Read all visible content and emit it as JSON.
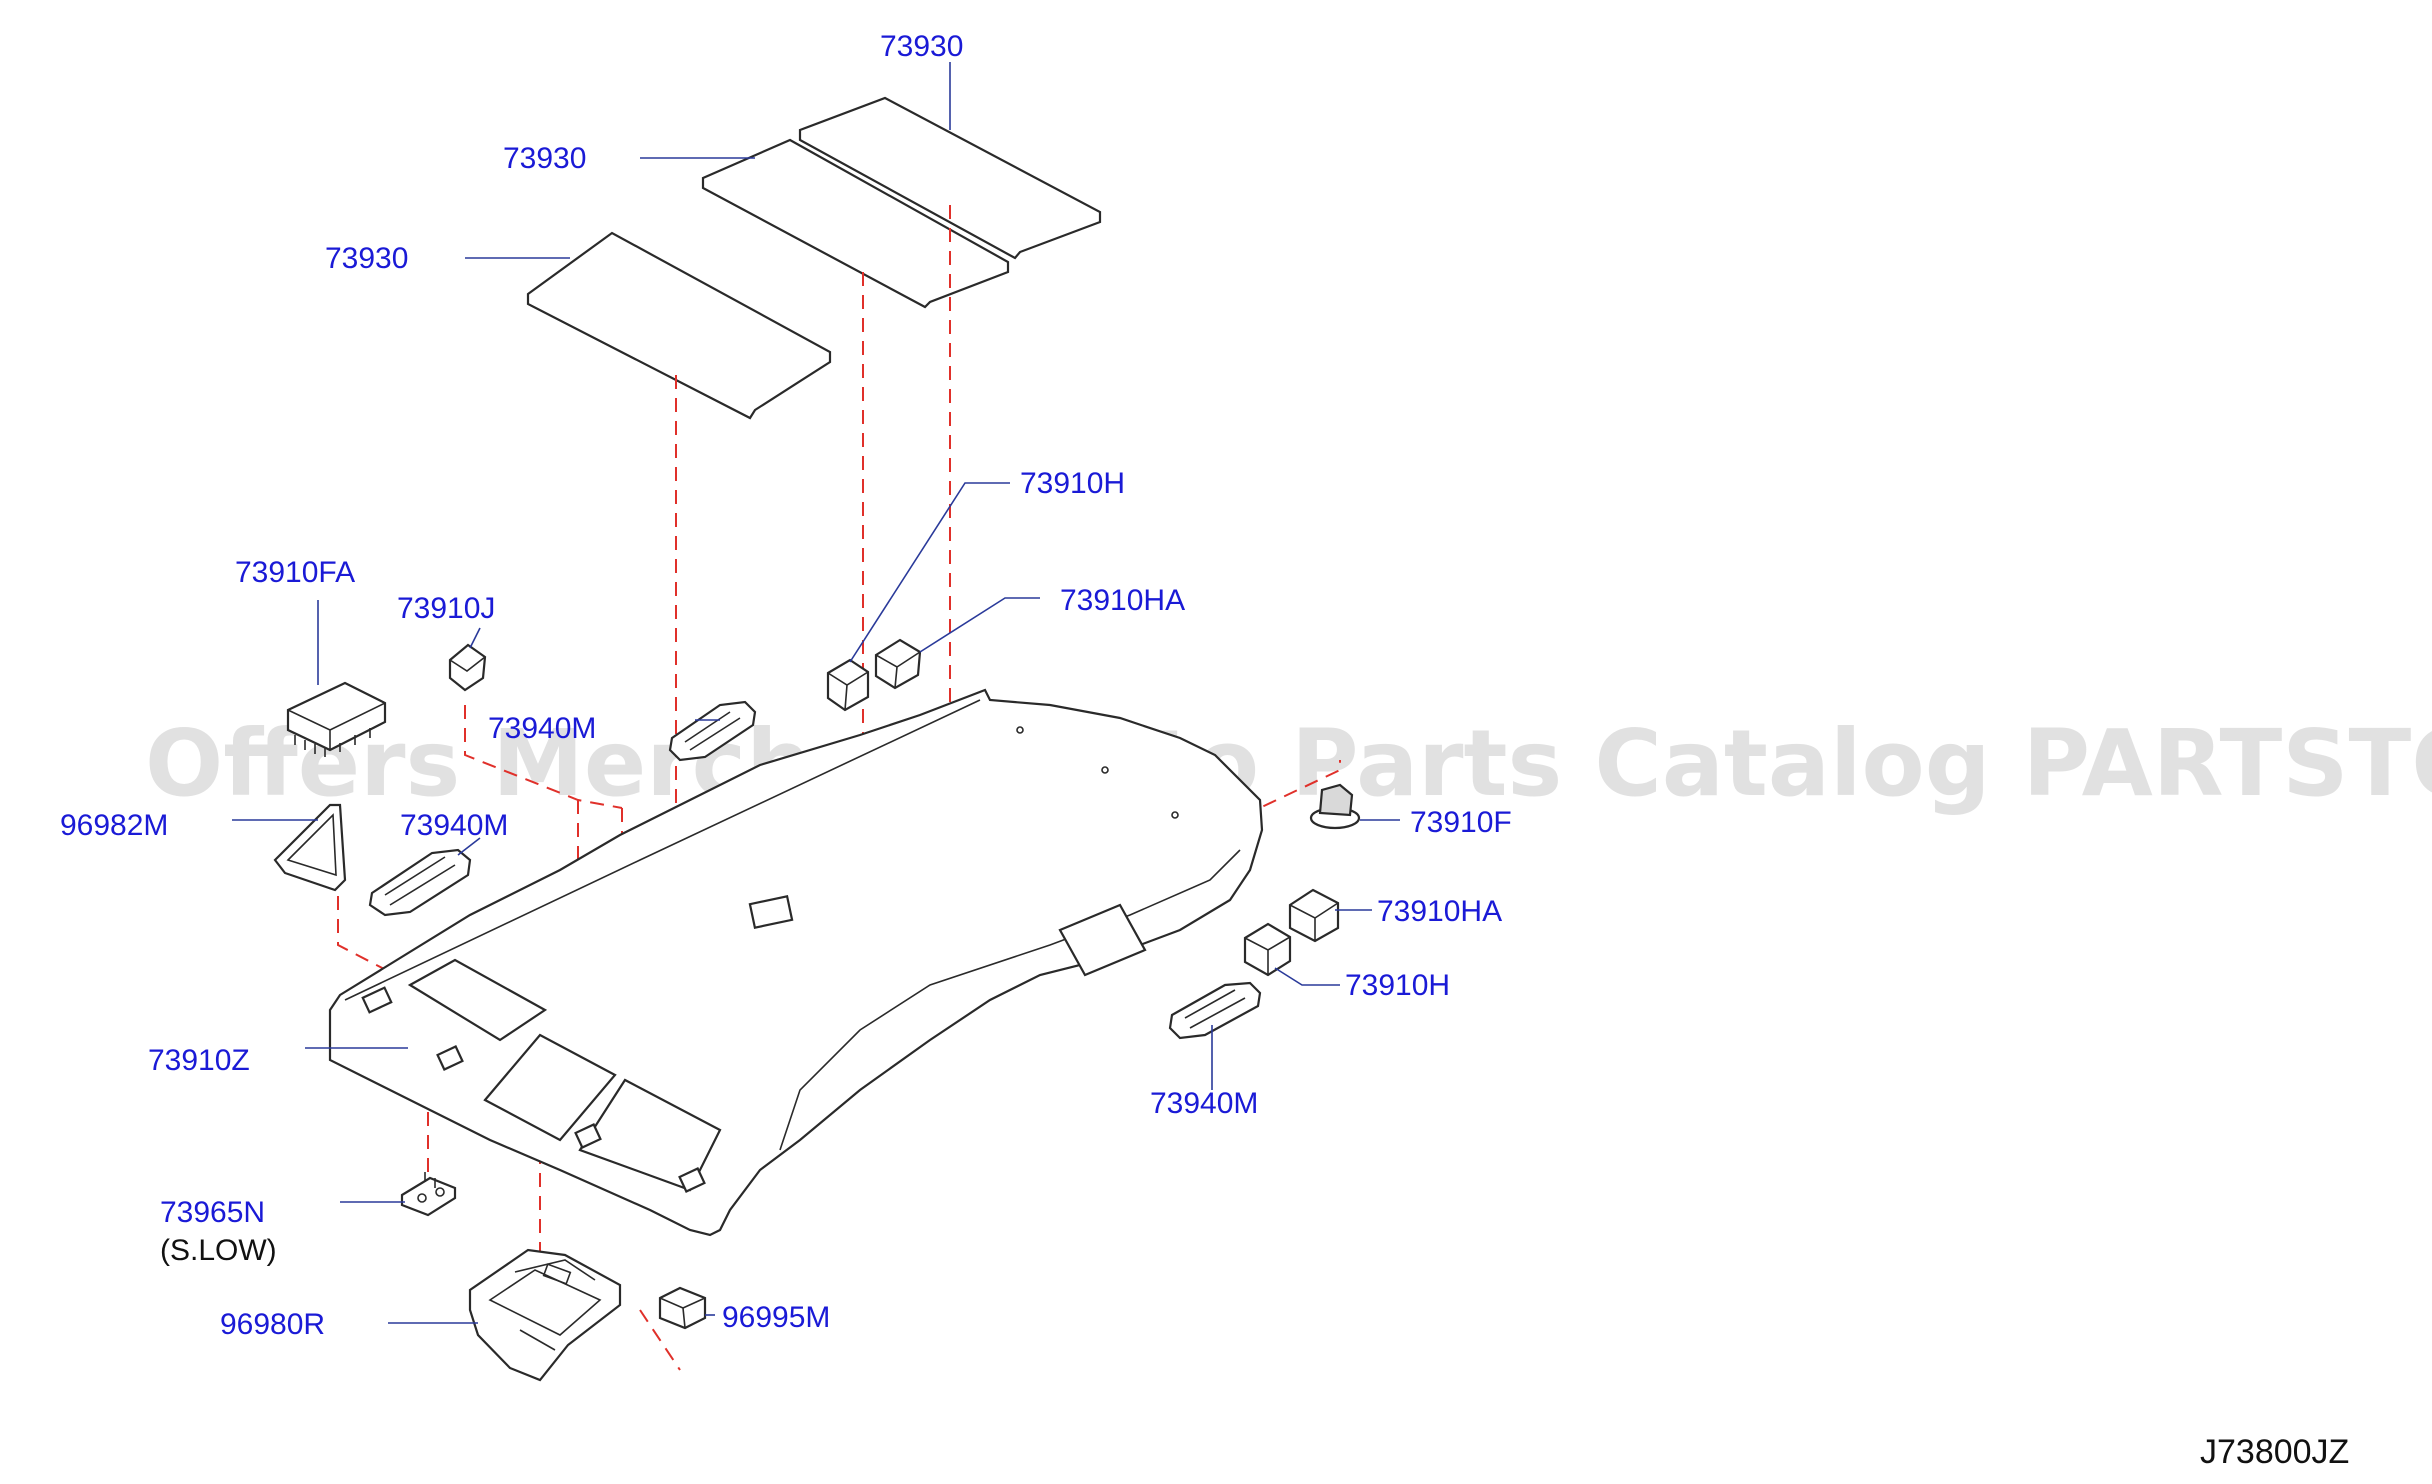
{
  "watermark": "Offers Merchant Auto Parts Catalog PARTSTORE.SA",
  "diagram_code": "J73800JZ",
  "labels": {
    "insulator_top": "73930",
    "insulator_mid": "73930",
    "insulator_low": "73930",
    "clip_h_upper": "73910H",
    "clip_ha_upper": "73910HA",
    "clip_fa": "73910FA",
    "clip_j": "73910J",
    "assist_grip_rear_left": "73940M",
    "assist_grip_front_left": "73940M",
    "lamp_lens": "96982M",
    "clip_f": "73910F",
    "clip_ha_lower": "73910HA",
    "clip_h_lower": "73910H",
    "assist_grip_right": "73940M",
    "headlining": "73910Z",
    "bracket": "73965N",
    "bracket_note": "(S.LOW)",
    "console_box": "96980R",
    "switch": "96995M"
  }
}
